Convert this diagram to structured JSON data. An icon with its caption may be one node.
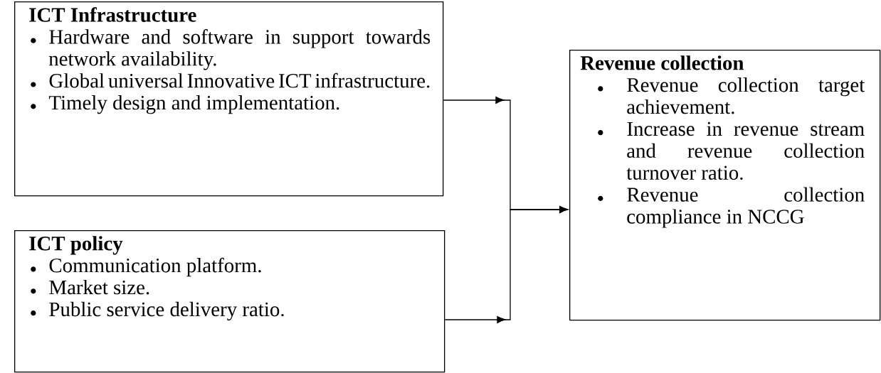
{
  "diagram": {
    "nodes": [
      {
        "text": [
          "ICT Infrastructure",
          "Hardware and software in support towards network availability.",
          "Global universal Innovative ICT infrastructure.",
          "Timely design and implementation."
        ]
      },
      {
        "text": [
          "ICT policy",
          "Communication platform.",
          "Market size.",
          "Public service delivery ratio."
        ]
      },
      {
        "text": [
          "Revenue collection",
          "Revenue collection target achievement.",
          "Increase in revenue stream and revenue collection turnover ratio.",
          "Revenue collection compliance in NCCG"
        ]
      }
    ],
    "edges": [
      {
        "from": 0,
        "to": 2,
        "arrow": "to"
      },
      {
        "from": 1,
        "to": 2,
        "arrow": "to"
      }
    ]
  }
}
